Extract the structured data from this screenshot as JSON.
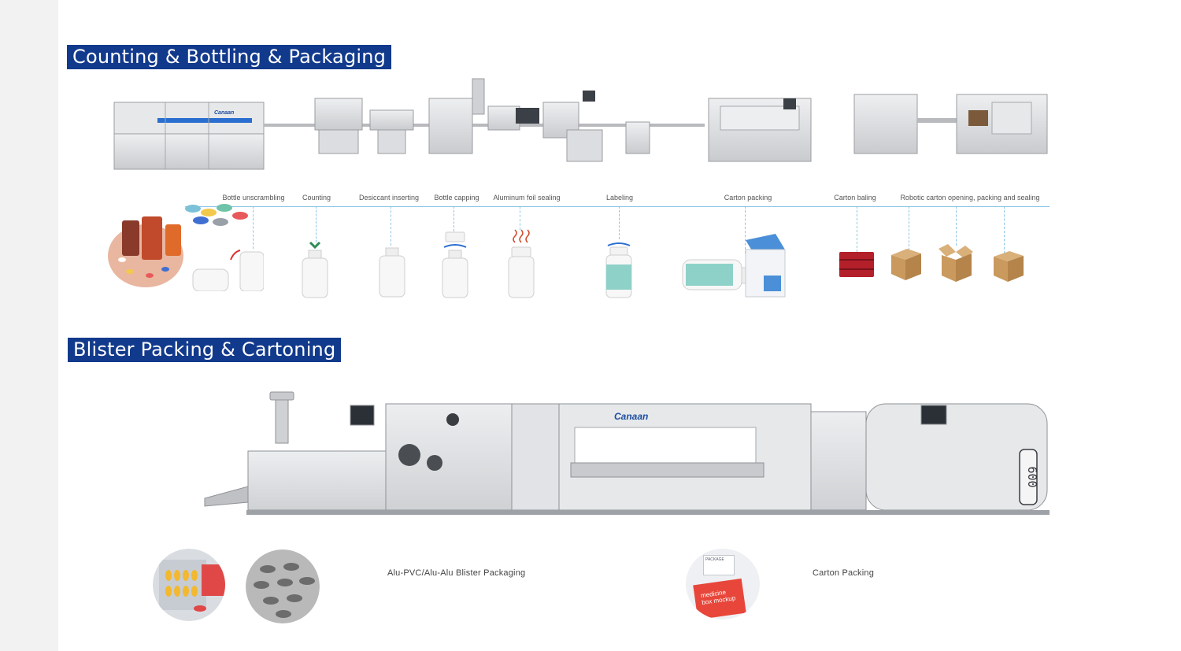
{
  "section_titles": {
    "counting": "Counting & Bottling & Packaging",
    "blister": "Blister Packing & Cartoning"
  },
  "machine_brand": "Canaan",
  "lower_machine_model": "600",
  "process_steps": [
    {
      "label": "Bottle unscrambling"
    },
    {
      "label": "Counting"
    },
    {
      "label": "Desiccant inserting"
    },
    {
      "label": "Bottle capping"
    },
    {
      "label": "Aluminum foil sealing"
    },
    {
      "label": "Labeling"
    },
    {
      "label": "Carton packing"
    },
    {
      "label": "Carton baling"
    },
    {
      "label": "Robotic carton opening, packing and sealing"
    }
  ],
  "carton_mockup_text": [
    "medicine",
    "box mockup"
  ],
  "package_label": "PACKAGE",
  "captions": {
    "blister": "Alu-PVC/Alu-Alu Blister Packaging",
    "carton": "Carton Packing"
  },
  "colors": {
    "title_bg": "#123a8c",
    "title_text": "#ffffff",
    "rule": "#8cc6e6",
    "machine_steel": "#d9dadc",
    "carton_brown": "#c9995e",
    "baling_red": "#b3202a"
  }
}
